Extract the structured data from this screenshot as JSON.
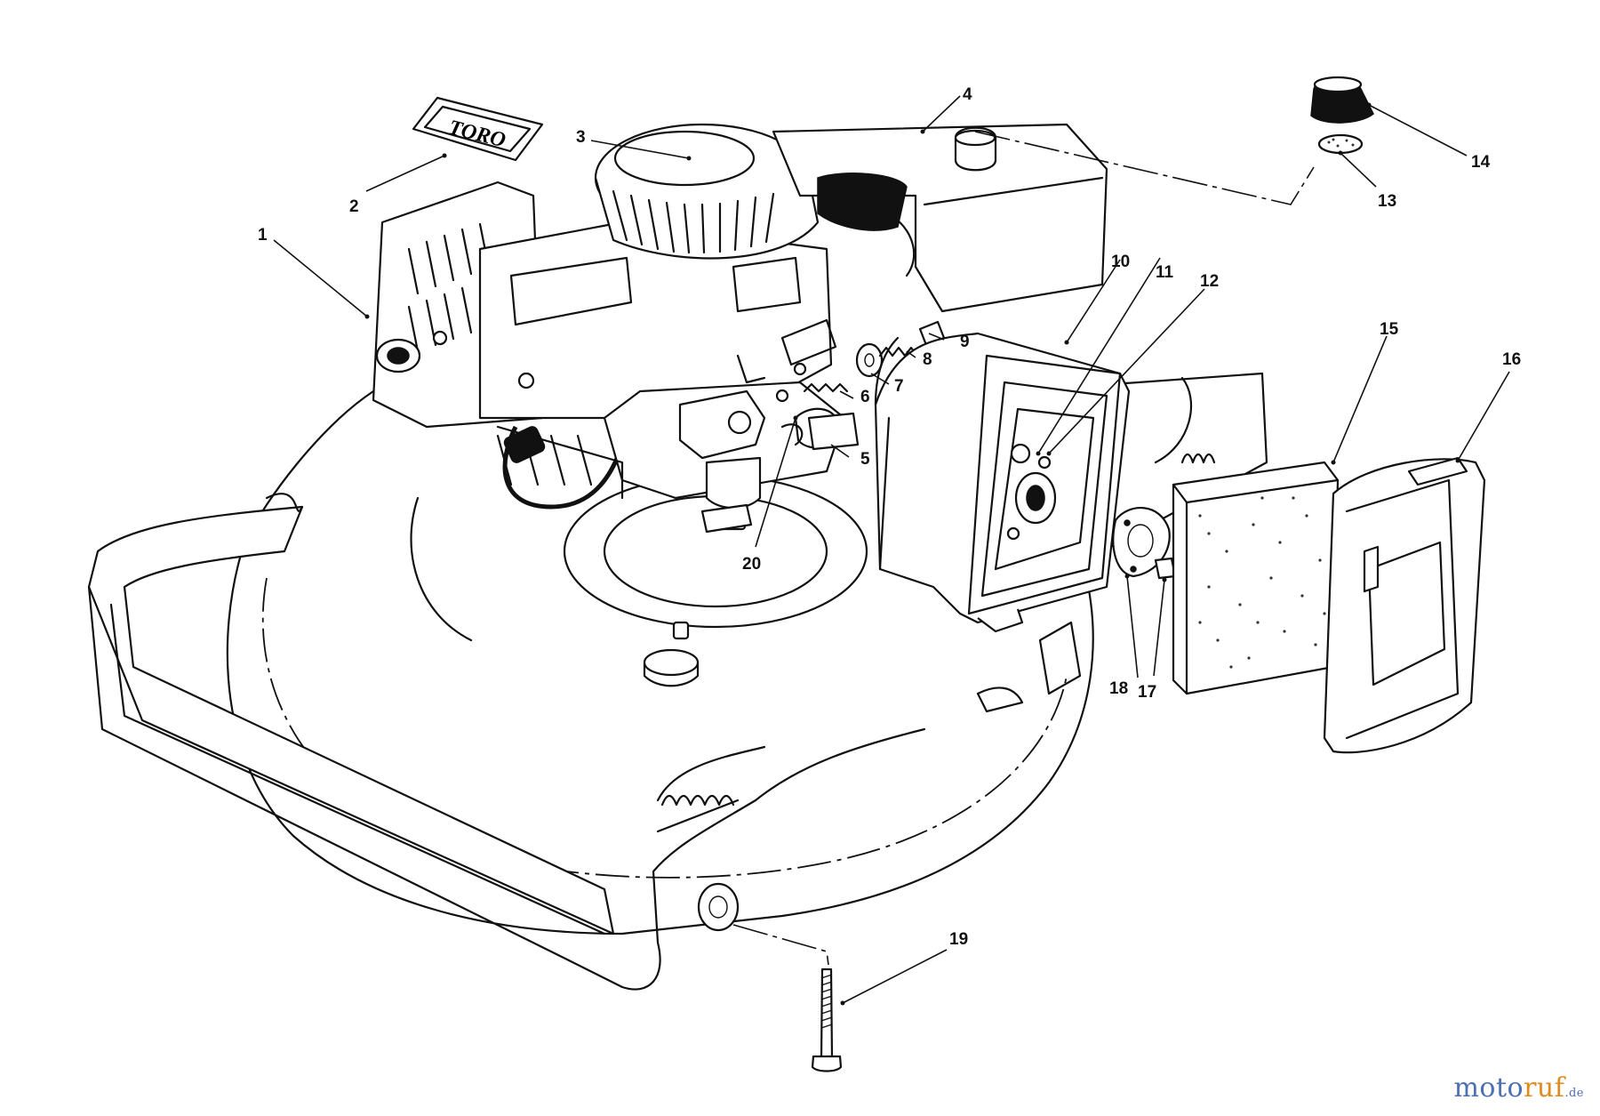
{
  "logo_text": "TORO",
  "callouts": [
    {
      "n": "1"
    },
    {
      "n": "2"
    },
    {
      "n": "3"
    },
    {
      "n": "4"
    },
    {
      "n": "5"
    },
    {
      "n": "6"
    },
    {
      "n": "7"
    },
    {
      "n": "8"
    },
    {
      "n": "9"
    },
    {
      "n": "10"
    },
    {
      "n": "11"
    },
    {
      "n": "12"
    },
    {
      "n": "13"
    },
    {
      "n": "14"
    },
    {
      "n": "15"
    },
    {
      "n": "16"
    },
    {
      "n": "17"
    },
    {
      "n": "18"
    },
    {
      "n": "19"
    },
    {
      "n": "20"
    }
  ],
  "watermark": {
    "part1": "moto",
    "part2": "ruf",
    "suffix": ".de"
  },
  "colors": {
    "line": "#111111",
    "watermark_blue": "#4a6fb3",
    "watermark_orange": "#e08a1e"
  }
}
